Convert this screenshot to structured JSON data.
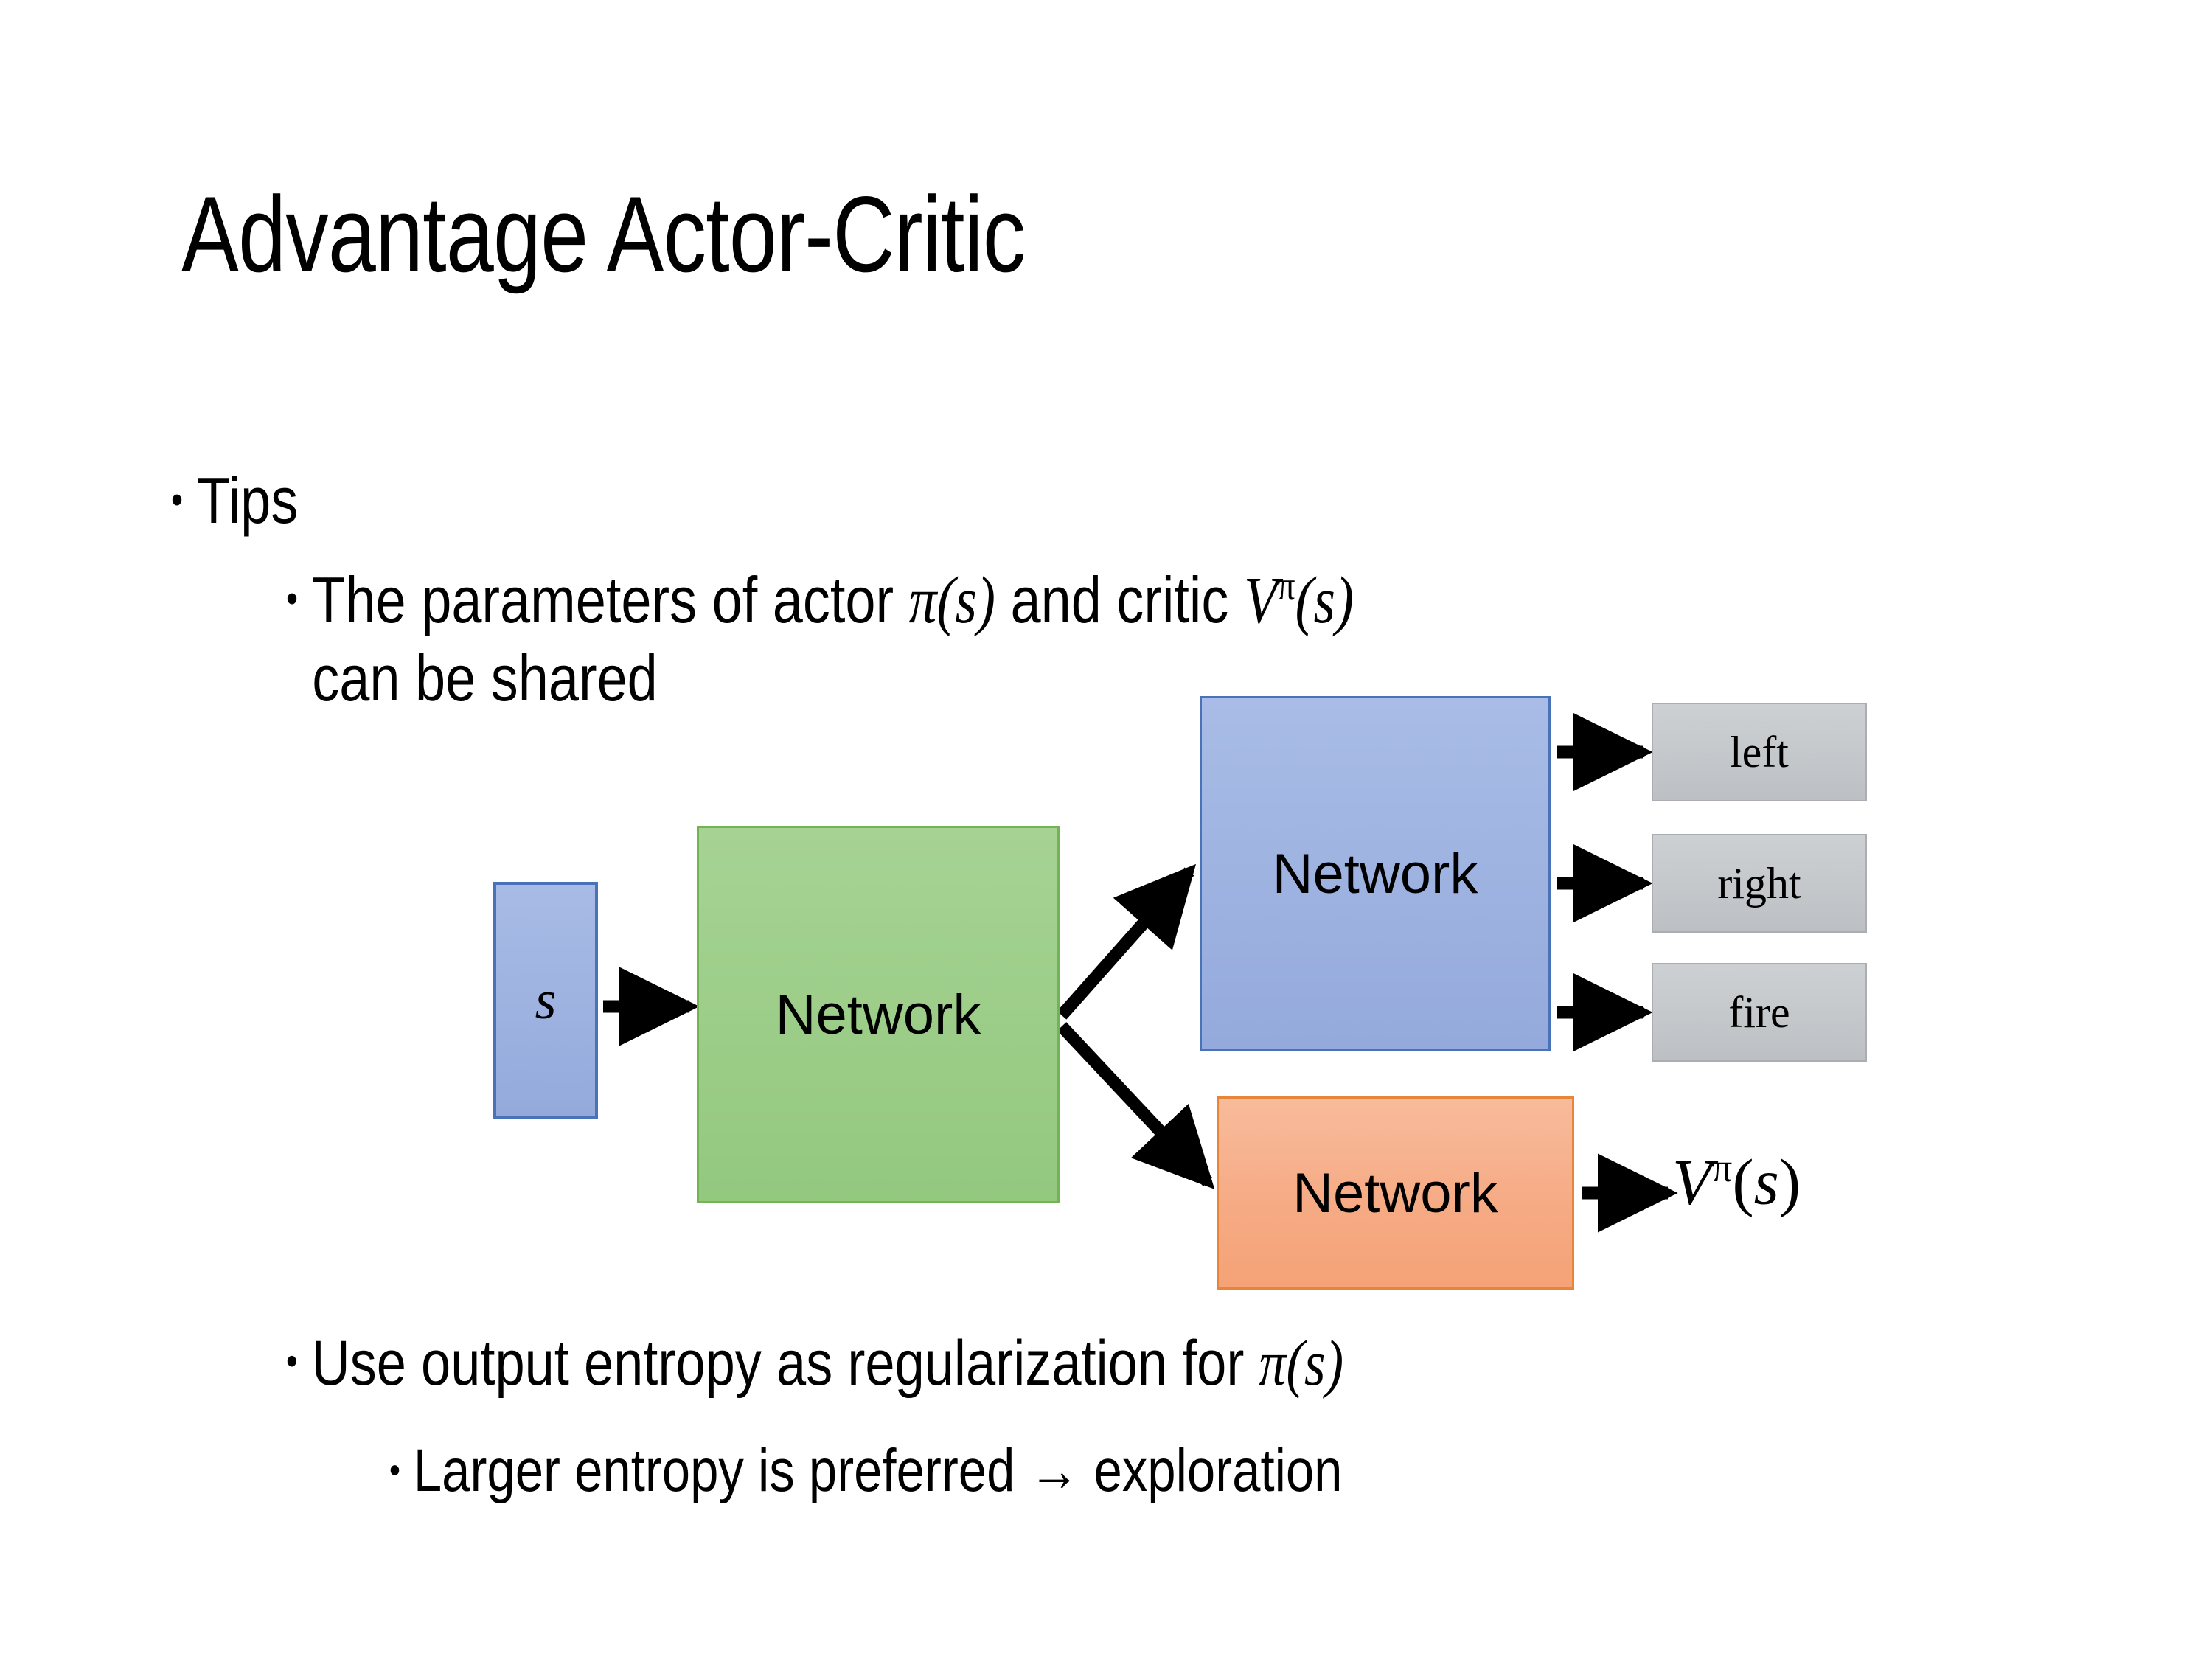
{
  "slide": {
    "title": "Advantage Actor-Critic",
    "background_color": "#ffffff",
    "text_color": "#000000"
  },
  "bullets": {
    "tips": {
      "marker": "•",
      "text": "Tips"
    },
    "parameters": {
      "marker": "•",
      "text_before_pi": "The parameters of actor ",
      "pi_of_s": "π(s)",
      "text_mid": "  and critic ",
      "v_symbol": "V",
      "v_superscript": "π",
      "v_arg": "(s)",
      "line2": "can be shared"
    },
    "entropy": {
      "marker": "•",
      "text_before_pi": "Use output entropy as regularization for ",
      "pi_of_s": "π(s)"
    },
    "larger": {
      "marker": "•",
      "text": "Larger entropy is preferred → exploration"
    }
  },
  "diagram": {
    "input_node": {
      "label": "s",
      "fill": "#9db2e0",
      "border": "#4a72b8"
    },
    "shared_network": {
      "label": "Network",
      "fill": "#9ccd88",
      "border": "#73b355"
    },
    "actor_network": {
      "label": "Network",
      "fill": "#9db2e0",
      "border": "#4a72b8"
    },
    "critic_network": {
      "label": "Network",
      "fill": "#f6ab85",
      "border": "#e8853c"
    },
    "action_outputs": [
      {
        "label": "left",
        "fill": "#c3c7ca",
        "border": "#aaadb1"
      },
      {
        "label": "right",
        "fill": "#c3c7ca",
        "border": "#aaadb1"
      },
      {
        "label": "fire",
        "fill": "#c3c7ca",
        "border": "#aaadb1"
      }
    ],
    "critic_output": {
      "v_symbol": "V",
      "v_superscript": "π",
      "v_arg": "(s)"
    },
    "arrow_color": "#000000"
  }
}
